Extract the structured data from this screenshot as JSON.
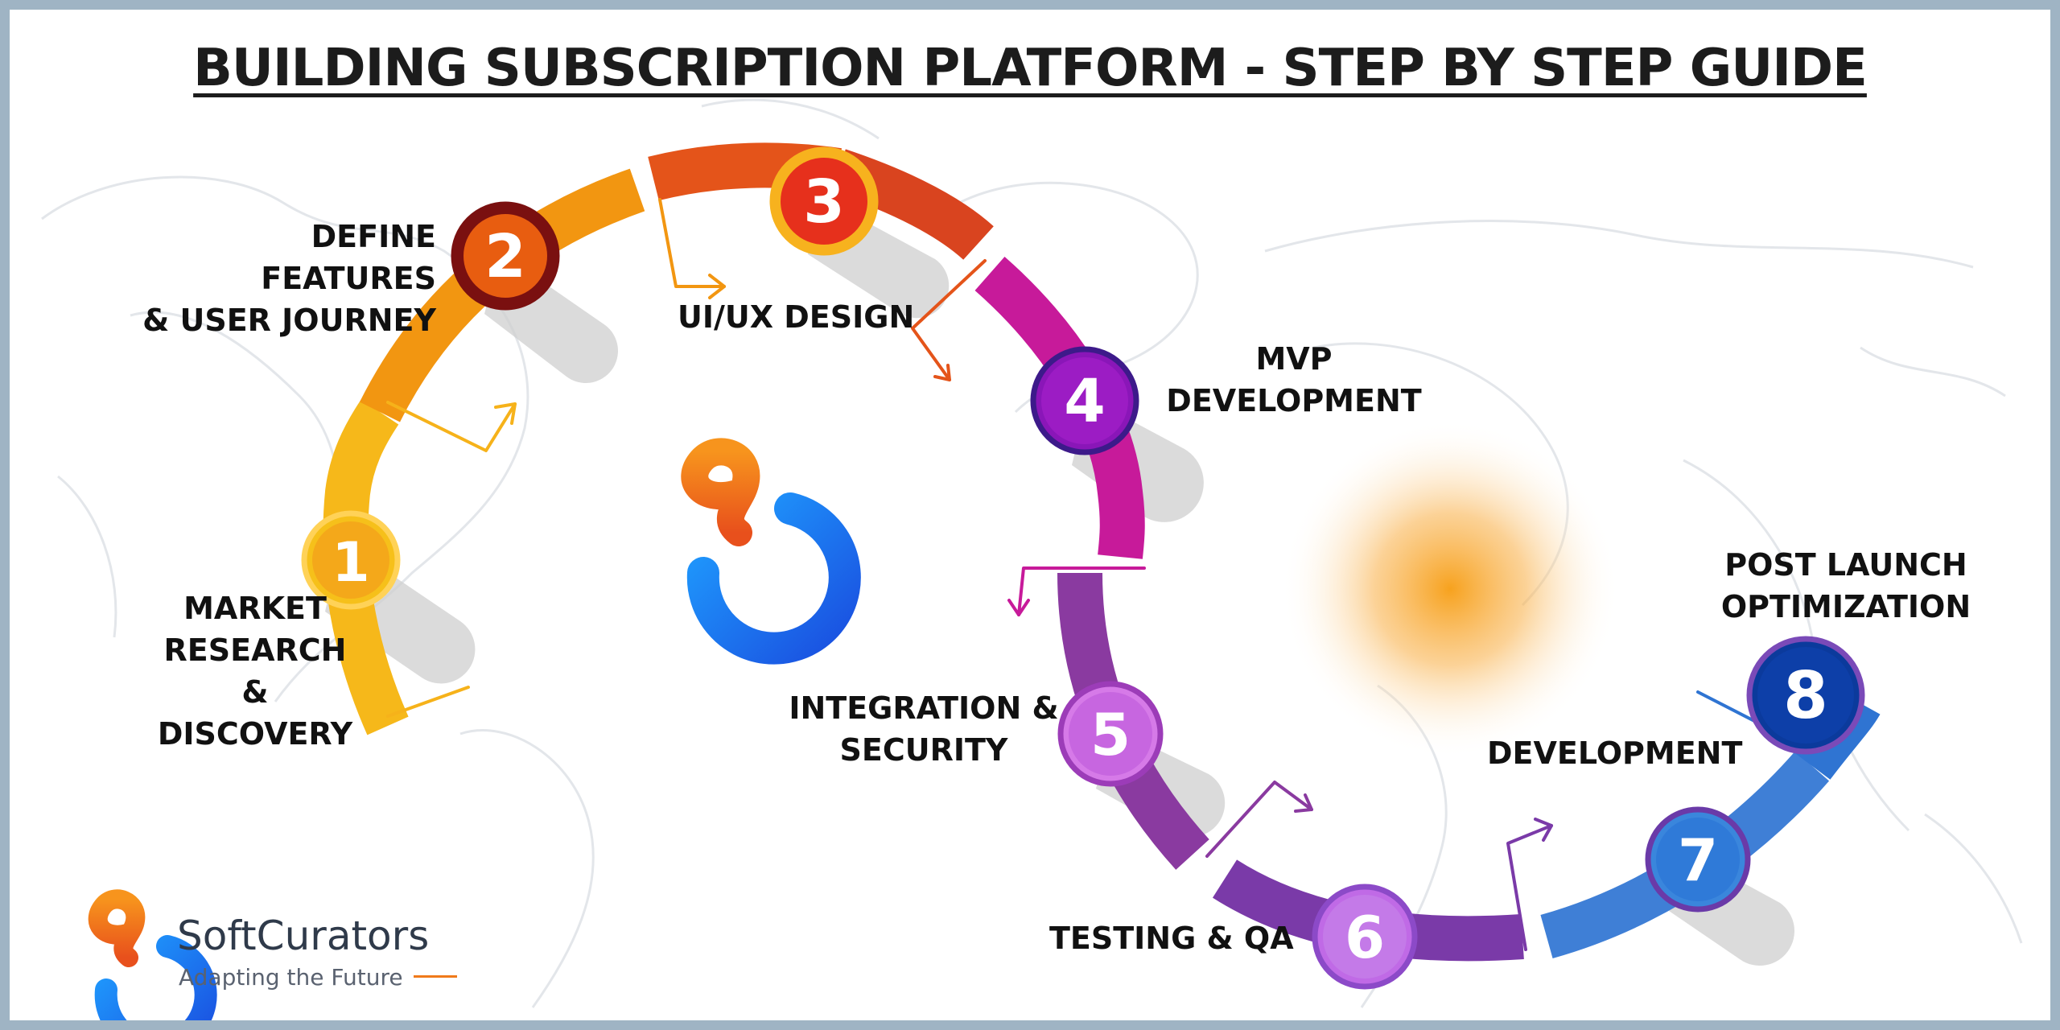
{
  "title": "BUILDING SUBSCRIPTION PLATFORM - STEP BY STEP GUIDE",
  "steps": [
    {
      "number": "1",
      "label": "MARKET\nRESEARCH &\nDISCOVERY",
      "color": "#f6b21a"
    },
    {
      "number": "2",
      "label": "DEFINE FEATURES\n& USER JOURNEY",
      "color": "#e85d10"
    },
    {
      "number": "3",
      "label": "UI/UX DESIGN",
      "color": "#e6301c"
    },
    {
      "number": "4",
      "label": "MVP\nDEVELOPMENT",
      "color": "#8a16b8"
    },
    {
      "number": "5",
      "label": "INTEGRATION &\nSECURITY",
      "color": "#c766e0"
    },
    {
      "number": "6",
      "label": "TESTING & QA",
      "color": "#c06ae6"
    },
    {
      "number": "7",
      "label": "DEVELOPMENT",
      "color": "#2f7ad8"
    },
    {
      "number": "8",
      "label": "POST LAUNCH\nOPTIMIZATION",
      "color": "#0b3a9c"
    }
  ],
  "brand": {
    "name": "SoftCurators",
    "tagline": "Adapting the Future",
    "logo_icon": "softcurators-s-icon"
  },
  "colors": {
    "frame": "#9fb4c4",
    "accent_orange": "#f39a12",
    "accent_blue": "#1a6ef0"
  }
}
